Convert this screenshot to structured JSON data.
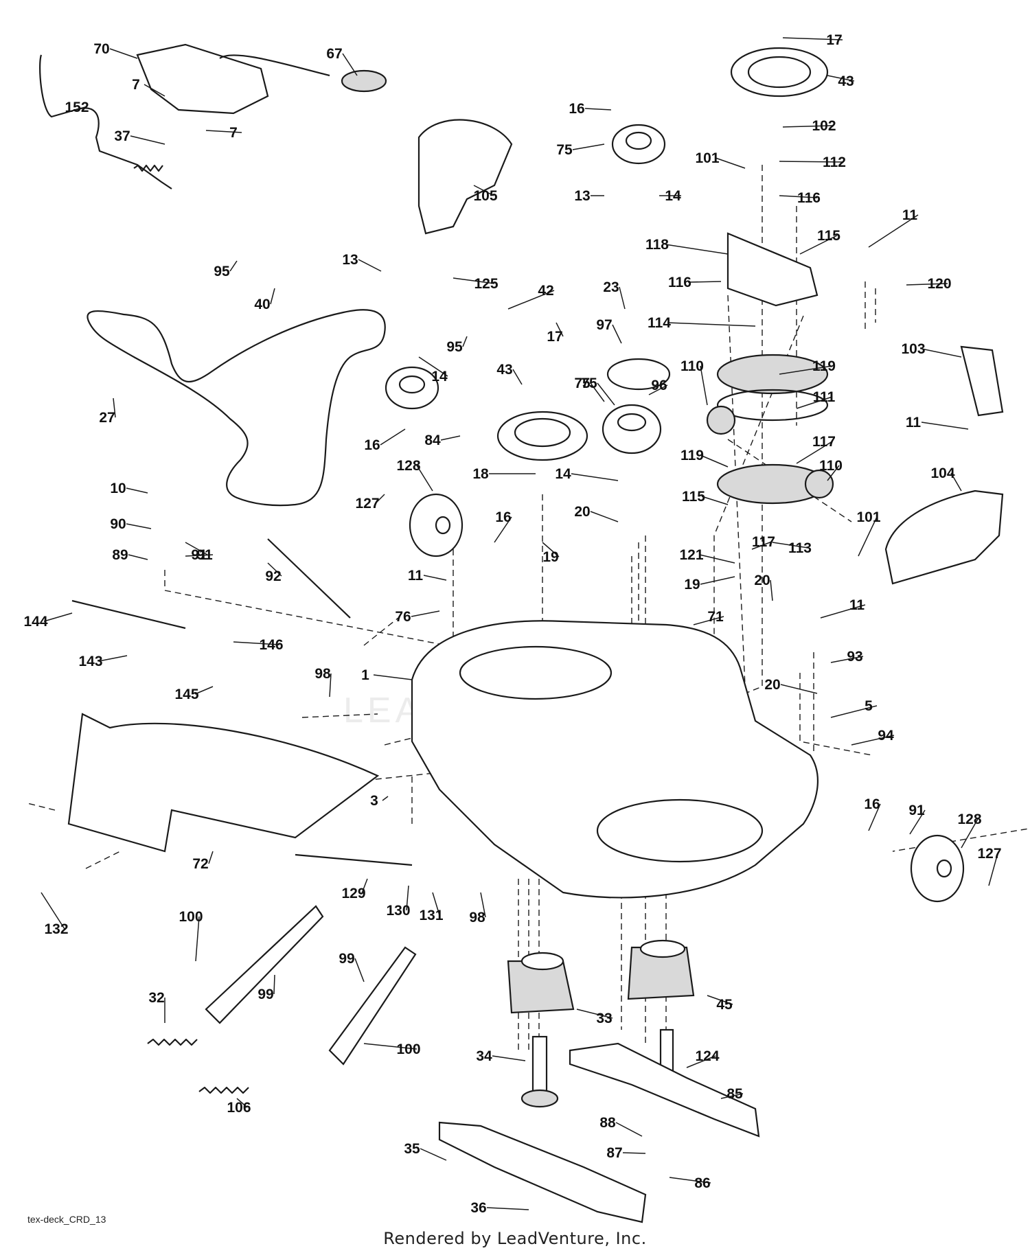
{
  "diagram_ref": "tex-deck_CRD_13",
  "credit": "Rendered by LeadVenture, Inc.",
  "watermark": "LEADVENTURE",
  "labels": [
    "70",
    "67",
    "7",
    "7",
    "152",
    "37",
    "17",
    "43",
    "102",
    "16",
    "75",
    "101",
    "112",
    "105",
    "13",
    "14",
    "116",
    "95",
    "40",
    "13",
    "125",
    "42",
    "118",
    "115",
    "11",
    "116",
    "120",
    "27",
    "95",
    "14",
    "114",
    "23",
    "97",
    "17",
    "43",
    "103",
    "75",
    "16",
    "84",
    "75",
    "96",
    "110",
    "119",
    "111",
    "117",
    "11",
    "18",
    "14",
    "119",
    "110",
    "10",
    "128",
    "115",
    "20",
    "104",
    "90",
    "127",
    "91",
    "16",
    "19",
    "101",
    "89",
    "91",
    "92",
    "121",
    "113",
    "19",
    "117",
    "11",
    "76",
    "71",
    "144",
    "146",
    "11",
    "143",
    "145",
    "20",
    "93",
    "1",
    "98",
    "20",
    "5",
    "94",
    "72",
    "3",
    "16",
    "91",
    "128",
    "127",
    "132",
    "129",
    "130",
    "131",
    "98",
    "100",
    "99",
    "99",
    "45",
    "32",
    "33",
    "34",
    "100",
    "124",
    "85",
    "106",
    "88",
    "35",
    "87",
    "86",
    "36"
  ]
}
